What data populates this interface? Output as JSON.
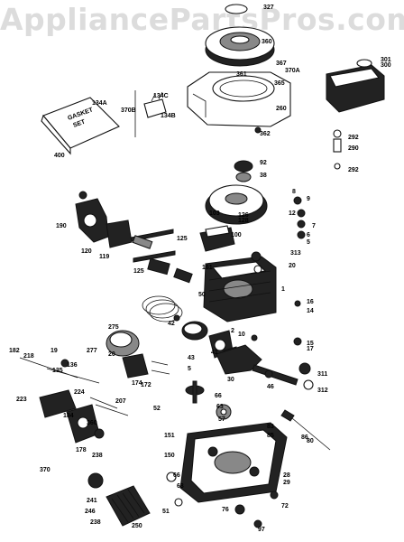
{
  "watermark": "AppliancePartsPros.com",
  "gasket_text_a": "GASKET",
  "gasket_text_b": "SET",
  "labels": [
    "327",
    "360",
    "361",
    "367",
    "370A",
    "134A",
    "134C",
    "370B",
    "134B",
    "365",
    "260",
    "301",
    "300",
    "400",
    "292",
    "290",
    "292",
    "362",
    "92",
    "38",
    "8",
    "9",
    "12",
    "126",
    "128",
    "7",
    "103",
    "6",
    "5",
    "100",
    "190",
    "120",
    "125",
    "119",
    "313",
    "20",
    "125",
    "161",
    "50",
    "1",
    "16",
    "14",
    "42",
    "275",
    "43",
    "5",
    "15",
    "182",
    "17",
    "218",
    "19",
    "277",
    "41",
    "2",
    "10",
    "136",
    "135",
    "20",
    "174",
    "172",
    "30",
    "46",
    "311",
    "312",
    "224",
    "223",
    "184",
    "360",
    "207",
    "52",
    "66",
    "63",
    "57",
    "151",
    "150",
    "83",
    "85",
    "80",
    "178",
    "238",
    "370",
    "66",
    "63",
    "28",
    "29",
    "72",
    "241",
    "246",
    "238",
    "250",
    "51",
    "76",
    "97",
    "86"
  ]
}
